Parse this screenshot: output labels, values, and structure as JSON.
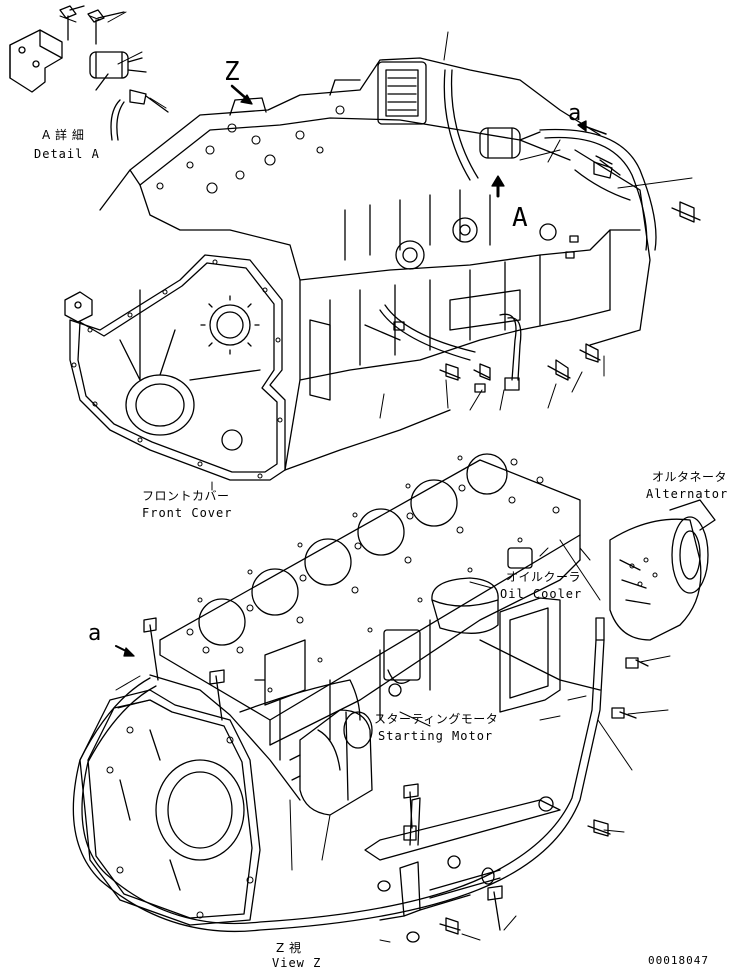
{
  "labels": {
    "detail_a_jp": "A 詳 細",
    "detail_a_en": "Detail A",
    "z_marker": "Z",
    "a_callout_upper": "a",
    "a_big": "A",
    "alternator_jp": "オルタネータ",
    "alternator_en": "Alternator",
    "front_cover_jp": "フロントカバー",
    "front_cover_en": "Front Cover",
    "oil_cooler_jp": "オイルクーラ",
    "oil_cooler_en": "Oil Cooler",
    "a_callout_lower": "a",
    "starting_motor_jp": "スターティングモータ",
    "starting_motor_en": "Starting Motor",
    "view_z_jp": "Z  視",
    "view_z_en": "View Z",
    "part_number": "00018047"
  },
  "colors": {
    "ink": "#000000",
    "paper": "#ffffff"
  }
}
